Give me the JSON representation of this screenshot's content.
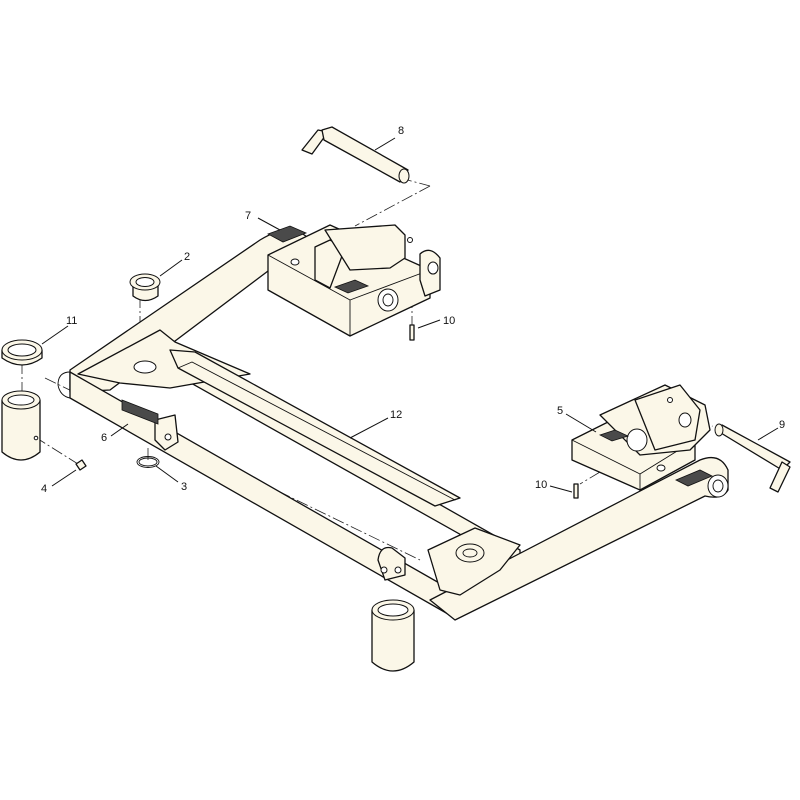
{
  "callouts": [
    {
      "id": "8",
      "text": "8"
    },
    {
      "id": "7",
      "text": "7"
    },
    {
      "id": "2",
      "text": "2"
    },
    {
      "id": "11",
      "text": "11"
    },
    {
      "id": "10a",
      "text": "10"
    },
    {
      "id": "12",
      "text": "12"
    },
    {
      "id": "5",
      "text": "5"
    },
    {
      "id": "9",
      "text": "9"
    },
    {
      "id": "6",
      "text": "6"
    },
    {
      "id": "4",
      "text": "4"
    },
    {
      "id": "3",
      "text": "3"
    },
    {
      "id": "10b",
      "text": "10"
    }
  ],
  "colors": {
    "part_fill": "#fbf7e8",
    "line": "#111111",
    "decal": "#4a4a4a"
  }
}
